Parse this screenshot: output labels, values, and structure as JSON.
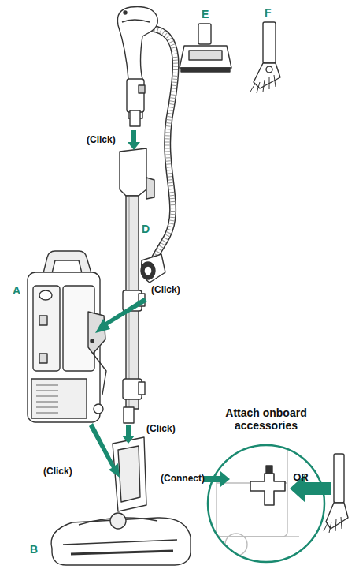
{
  "diagram": {
    "nodes": [
      {
        "text": [
          "Attach onboard accessories",
          "OR"
        ]
      }
    ],
    "labels": [
      "E",
      "F",
      "(Click)",
      "D",
      "(Click)",
      "A",
      "(Click)",
      "(Click)",
      "(Connect)",
      "B"
    ]
  }
}
